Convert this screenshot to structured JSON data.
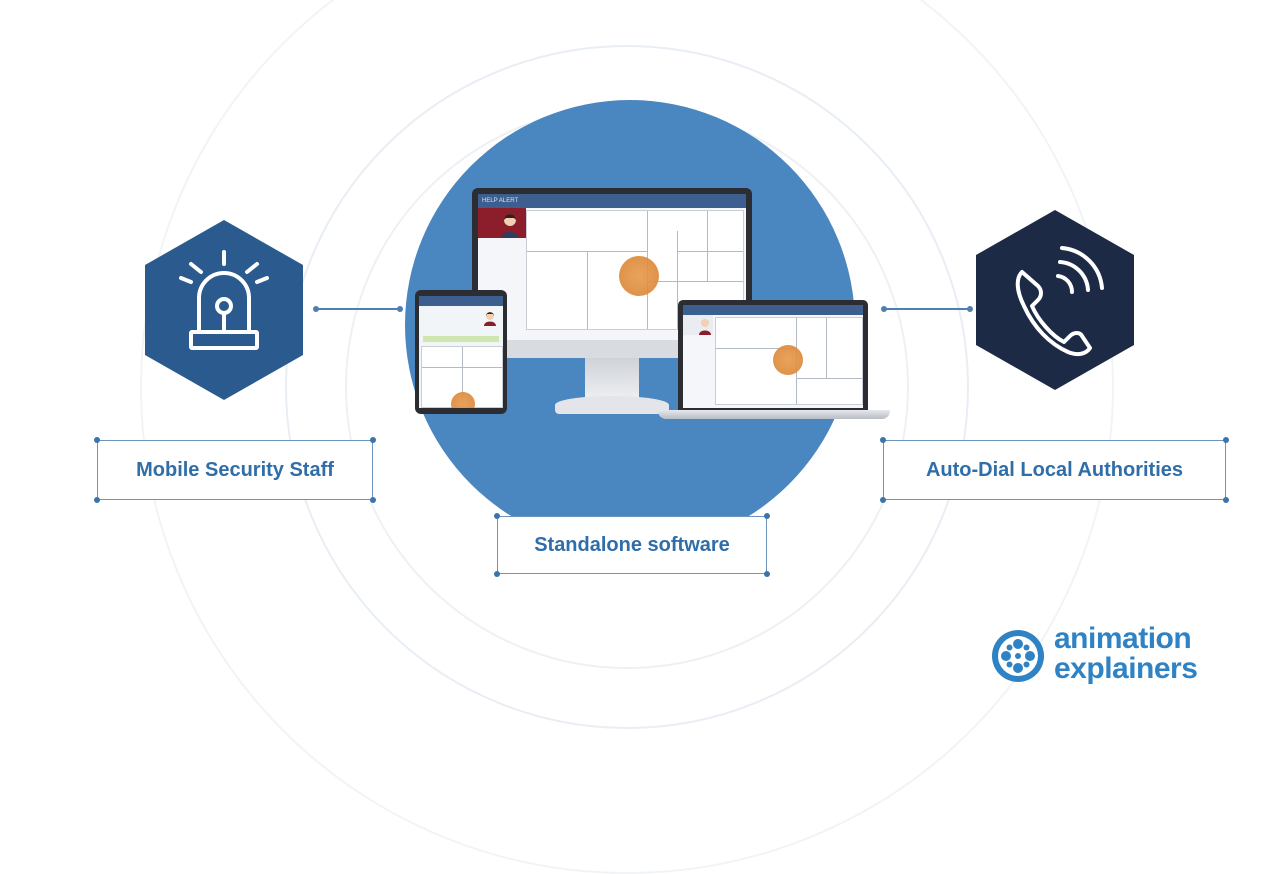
{
  "labels": {
    "left": "Mobile Security Staff",
    "center": "Standalone software",
    "right": "Auto-Dial Local Authorities"
  },
  "icons": {
    "left": "alarm-siren-icon",
    "right": "phone-ringing-icon"
  },
  "screen": {
    "app_title": "HELP ALERT"
  },
  "brand": {
    "line1": "animation",
    "line2": "explainers"
  },
  "colors": {
    "disc": "#4a86c0",
    "hex_left": "#2a5a8e",
    "hex_right": "#1d2a45",
    "label_text": "#2f6ea8",
    "alert": "#de8a3a",
    "brand": "#2f83c5"
  }
}
